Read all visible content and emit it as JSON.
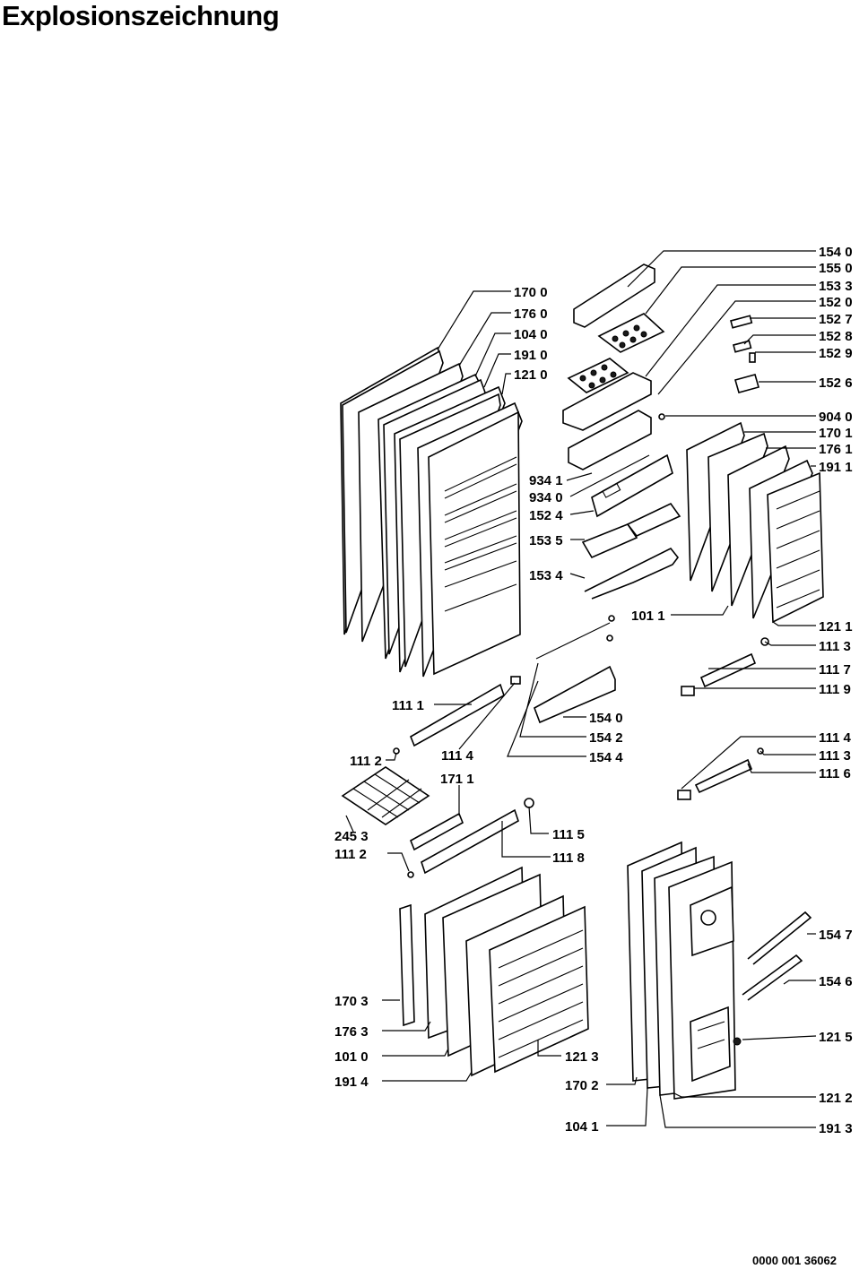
{
  "title": "Explosionszeichnung",
  "document_number": "0000 001 36062",
  "part_labels": [
    "154 0",
    "155 0",
    "153 3",
    "152 0",
    "152 7",
    "152 8",
    "152 9",
    "152 6",
    "904 0",
    "170 1",
    "176 1",
    "191 1",
    "934 1",
    "934 0",
    "152 4",
    "153 5",
    "153 4",
    "101 1",
    "121 1",
    "111 3",
    "111 7",
    "111 9",
    "170 0",
    "176 0",
    "104 0",
    "191 0",
    "121 0",
    "111 1",
    "154 0",
    "154 2",
    "111 4",
    "154 4",
    "111 2",
    "111 4",
    "111 3",
    "111 6",
    "171 1",
    "245 3",
    "111 2",
    "111 5",
    "111 8",
    "154 7",
    "154 6",
    "121 5",
    "170 3",
    "176 3",
    "101 0",
    "191 4",
    "121 3",
    "170 2",
    "121 2",
    "104 1",
    "191 3"
  ]
}
